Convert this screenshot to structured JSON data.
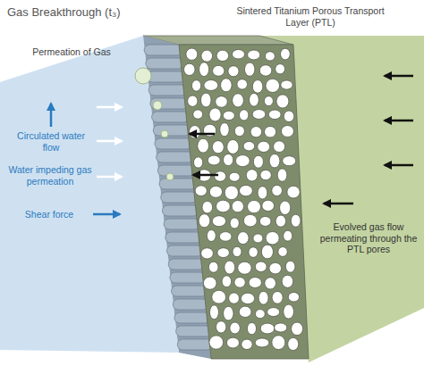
{
  "diagram": {
    "title": "Gas Breakthrough (t₃)",
    "labels": [
      "Permeation of Gas",
      "Sintered Titanium Porous Transport Layer (PTL)",
      "Circulated water flow",
      "Water impeding gas permeation",
      "Shear force",
      "Evolved gas flow permeating through the PTL pores"
    ]
  }
}
